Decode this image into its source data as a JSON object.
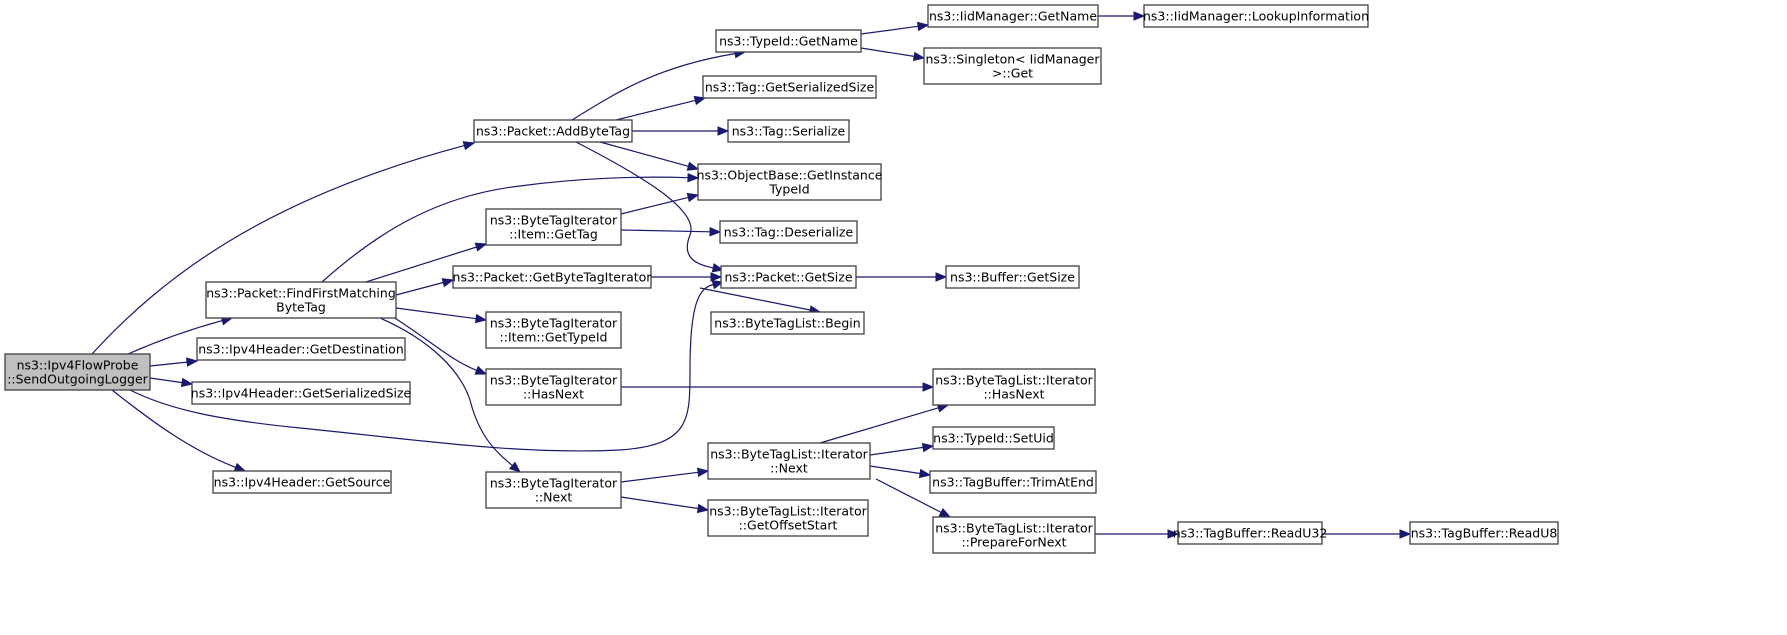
{
  "diagram": {
    "type": "call-graph",
    "colors": {
      "edge": "#191970",
      "root_fill": "#bfbfbf",
      "node_fill": "#ffffff",
      "node_border": "#404040"
    },
    "root": "send_outgoing_logger",
    "nodes": [
      {
        "id": "send_outgoing_logger",
        "lines": [
          "ns3::Ipv4FlowProbe",
          "::SendOutgoingLogger"
        ],
        "root": true
      },
      {
        "id": "add_byte_tag",
        "lines": [
          "ns3::Packet::AddByteTag"
        ]
      },
      {
        "id": "find_first_matching",
        "lines": [
          "ns3::Packet::FindFirstMatching",
          "ByteTag"
        ]
      },
      {
        "id": "get_destination",
        "lines": [
          "ns3::Ipv4Header::GetDestination"
        ]
      },
      {
        "id": "ipv4_get_serialized_size",
        "lines": [
          "ns3::Ipv4Header::GetSerializedSize"
        ]
      },
      {
        "id": "get_source",
        "lines": [
          "ns3::Ipv4Header::GetSource"
        ]
      },
      {
        "id": "typeid_get_name",
        "lines": [
          "ns3::TypeId::GetName"
        ]
      },
      {
        "id": "tag_get_serialized_size",
        "lines": [
          "ns3::Tag::GetSerializedSize"
        ]
      },
      {
        "id": "tag_serialize",
        "lines": [
          "ns3::Tag::Serialize"
        ]
      },
      {
        "id": "get_instance_typeid",
        "lines": [
          "ns3::ObjectBase::GetInstance",
          "TypeId"
        ]
      },
      {
        "id": "item_get_tag",
        "lines": [
          "ns3::ByteTagIterator",
          "::Item::GetTag"
        ]
      },
      {
        "id": "tag_deserialize",
        "lines": [
          "ns3::Tag::Deserialize"
        ]
      },
      {
        "id": "get_byte_tag_iterator",
        "lines": [
          "ns3::Packet::GetByteTagIterator"
        ]
      },
      {
        "id": "packet_get_size",
        "lines": [
          "ns3::Packet::GetSize"
        ]
      },
      {
        "id": "byte_tag_list_begin",
        "lines": [
          "ns3::ByteTagList::Begin"
        ]
      },
      {
        "id": "item_get_typeid",
        "lines": [
          "ns3::ByteTagIterator",
          "::Item::GetTypeId"
        ]
      },
      {
        "id": "bti_has_next",
        "lines": [
          "ns3::ByteTagIterator",
          "::HasNext"
        ]
      },
      {
        "id": "bti_next",
        "lines": [
          "ns3::ByteTagIterator",
          "::Next"
        ]
      },
      {
        "id": "iid_get_name",
        "lines": [
          "ns3::IidManager::GetName"
        ]
      },
      {
        "id": "iid_lookup",
        "lines": [
          "ns3::IidManager::LookupInformation"
        ]
      },
      {
        "id": "singleton_get",
        "lines": [
          "ns3::Singleton< IidManager",
          ">::Get"
        ]
      },
      {
        "id": "buffer_get_size",
        "lines": [
          "ns3::Buffer::GetSize"
        ]
      },
      {
        "id": "btl_it_has_next",
        "lines": [
          "ns3::ByteTagList::Iterator",
          "::HasNext"
        ]
      },
      {
        "id": "btl_it_next",
        "lines": [
          "ns3::ByteTagList::Iterator",
          "::Next"
        ]
      },
      {
        "id": "typeid_set_uid",
        "lines": [
          "ns3::TypeId::SetUid"
        ]
      },
      {
        "id": "tagbuffer_trim",
        "lines": [
          "ns3::TagBuffer::TrimAtEnd"
        ]
      },
      {
        "id": "btl_it_offset_start",
        "lines": [
          "ns3::ByteTagList::Iterator",
          "::GetOffsetStart"
        ]
      },
      {
        "id": "btl_it_prepare",
        "lines": [
          "ns3::ByteTagList::Iterator",
          "::PrepareForNext"
        ]
      },
      {
        "id": "read_u32",
        "lines": [
          "ns3::TagBuffer::ReadU32"
        ]
      },
      {
        "id": "read_u8",
        "lines": [
          "ns3::TagBuffer::ReadU8"
        ]
      }
    ],
    "edges": [
      [
        "send_outgoing_logger",
        "add_byte_tag"
      ],
      [
        "send_outgoing_logger",
        "find_first_matching"
      ],
      [
        "send_outgoing_logger",
        "get_destination"
      ],
      [
        "send_outgoing_logger",
        "ipv4_get_serialized_size"
      ],
      [
        "send_outgoing_logger",
        "packet_get_size"
      ],
      [
        "send_outgoing_logger",
        "get_source"
      ],
      [
        "add_byte_tag",
        "typeid_get_name"
      ],
      [
        "add_byte_tag",
        "tag_get_serialized_size"
      ],
      [
        "add_byte_tag",
        "tag_serialize"
      ],
      [
        "add_byte_tag",
        "get_instance_typeid"
      ],
      [
        "add_byte_tag",
        "packet_get_size"
      ],
      [
        "find_first_matching",
        "get_instance_typeid"
      ],
      [
        "find_first_matching",
        "item_get_tag"
      ],
      [
        "find_first_matching",
        "get_byte_tag_iterator"
      ],
      [
        "find_first_matching",
        "item_get_typeid"
      ],
      [
        "find_first_matching",
        "bti_has_next"
      ],
      [
        "find_first_matching",
        "bti_next"
      ],
      [
        "typeid_get_name",
        "iid_get_name"
      ],
      [
        "typeid_get_name",
        "singleton_get"
      ],
      [
        "iid_get_name",
        "iid_lookup"
      ],
      [
        "item_get_tag",
        "get_instance_typeid"
      ],
      [
        "item_get_tag",
        "tag_deserialize"
      ],
      [
        "get_byte_tag_iterator",
        "packet_get_size"
      ],
      [
        "get_byte_tag_iterator",
        "byte_tag_list_begin"
      ],
      [
        "packet_get_size",
        "buffer_get_size"
      ],
      [
        "bti_has_next",
        "btl_it_has_next"
      ],
      [
        "bti_next",
        "btl_it_next"
      ],
      [
        "bti_next",
        "btl_it_offset_start"
      ],
      [
        "btl_it_next",
        "btl_it_has_next"
      ],
      [
        "btl_it_next",
        "typeid_set_uid"
      ],
      [
        "btl_it_next",
        "tagbuffer_trim"
      ],
      [
        "btl_it_next",
        "btl_it_prepare"
      ],
      [
        "btl_it_prepare",
        "read_u32"
      ],
      [
        "read_u32",
        "read_u8"
      ]
    ]
  }
}
